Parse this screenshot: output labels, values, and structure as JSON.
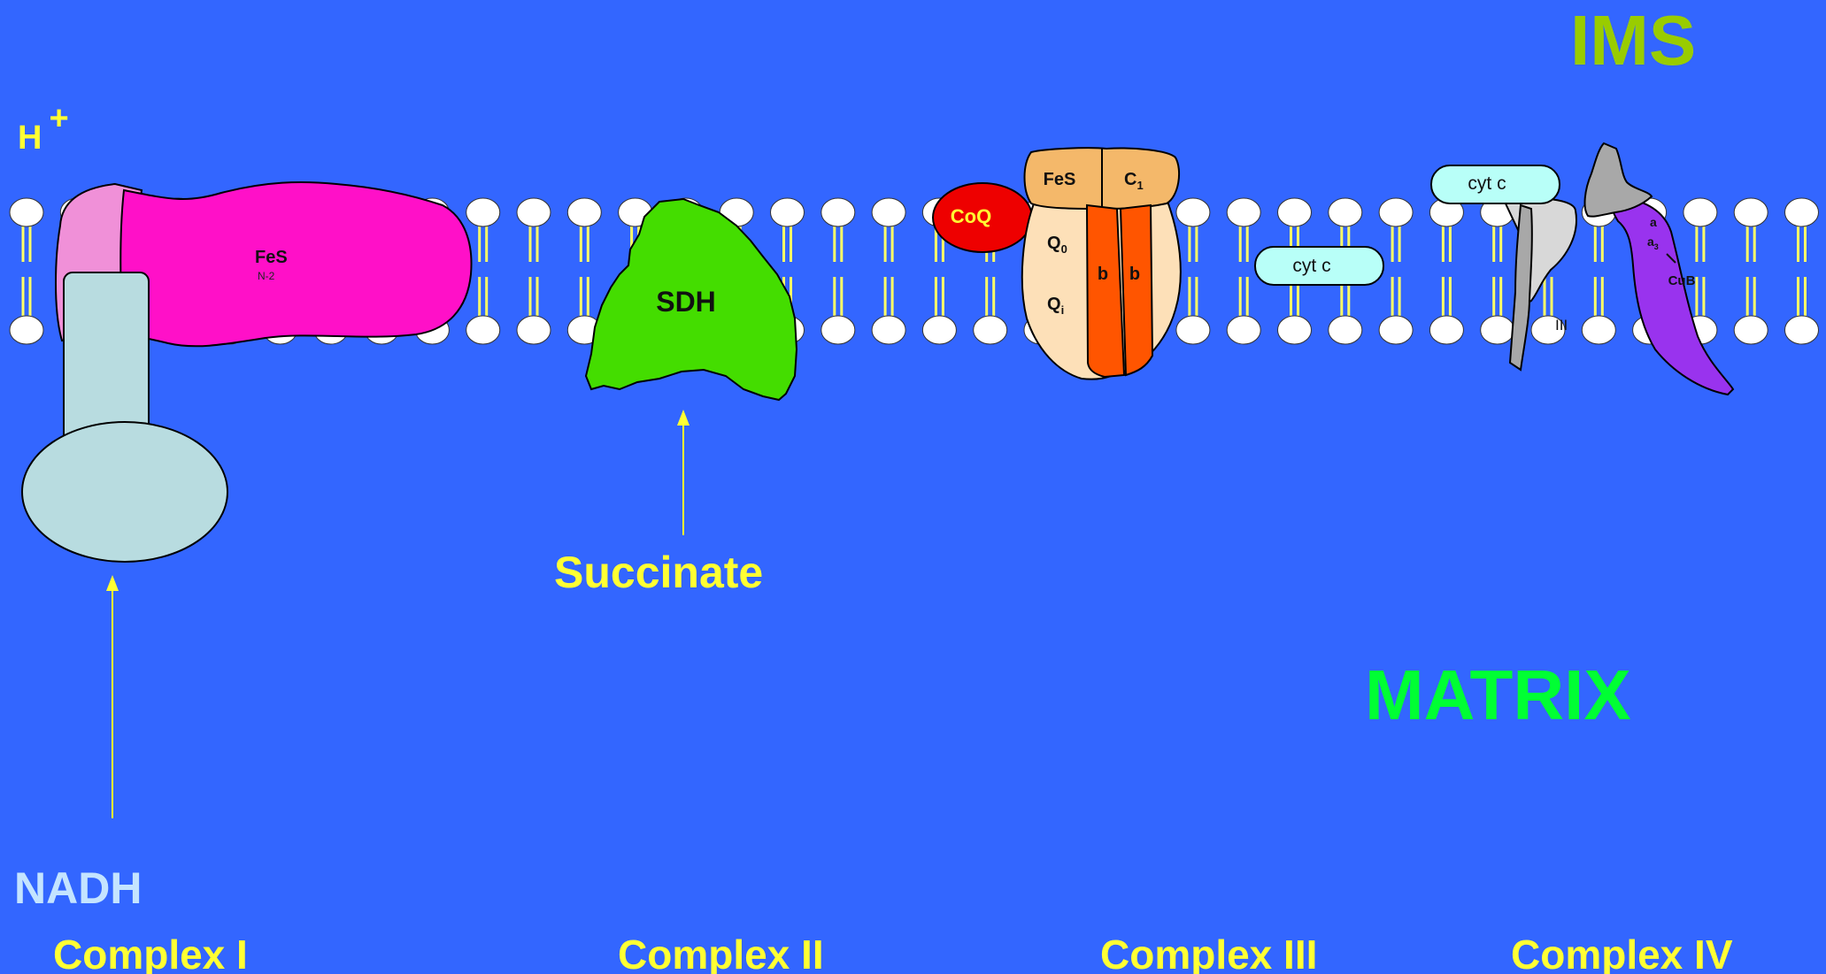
{
  "colors": {
    "background": "#3366ff",
    "yellow_text": "#ffff33",
    "ims": "#99cc00",
    "matrix": "#00ff33",
    "nadh": "#c4e4ff",
    "lipid_head": "#ffffff",
    "lipid_tail": "#ffff66",
    "complex1_body": "#ff10c8",
    "complex1_pink": "#f090d8",
    "complex1_arm": "#b8dce0",
    "sdh": "#44dd00",
    "coq": "#ee0000",
    "complex3_top": "#f4b86a",
    "complex3_body": "#fde0b8",
    "complex3_b": "#ff5500",
    "cytc": "#b8fff8",
    "complex4_gray": "#a8a8a8",
    "complex4_light": "#d8d8d8",
    "complex4_purple": "#9933ee"
  },
  "labels": {
    "ims": "IMS",
    "matrix": "MATRIX",
    "h_plus_base": "H",
    "h_plus_sup": "+",
    "nadh": "NADH",
    "succinate": "Succinate",
    "complex1": "Complex I",
    "complex2": "Complex II",
    "complex3": "Complex III",
    "complex4": "Complex IV",
    "c1_fes": "FeS",
    "c1_n2": "N-2",
    "sdh": "SDH",
    "coq": "CoQ",
    "c3_fes": "FeS",
    "c3_c": "C",
    "c3_c_sub": "1",
    "c3_q": "Q",
    "c3_q0_sub": "0",
    "c3_qi_sub": "i",
    "c3_b": "b",
    "cytc_free": "cyt c",
    "cytc_bound": "cyt c",
    "c4_iii": "III",
    "c4_a": "a",
    "c4_a3": "a",
    "c4_a3_sub": "3",
    "c4_cub": "CuB"
  }
}
